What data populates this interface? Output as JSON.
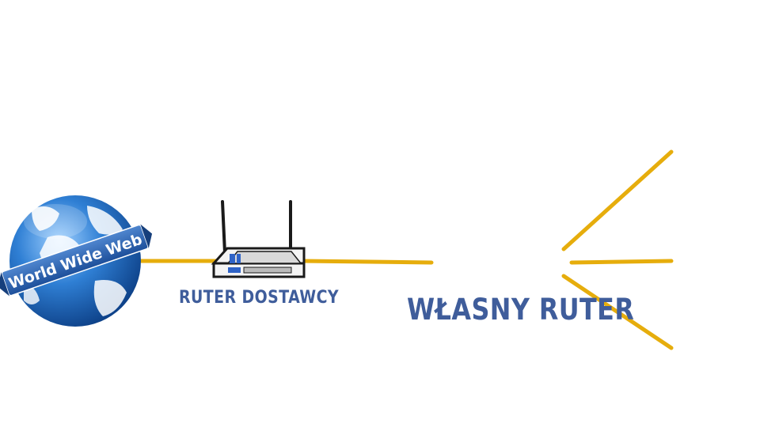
{
  "globe": {
    "label": "World Wide Web"
  },
  "isp_router": {
    "label": "RUTER DOSTAWCY"
  },
  "own_router": {
    "label": "WŁASNY RUTER"
  },
  "colors": {
    "cable": "#e6ad0c",
    "wifi": "#f7871f",
    "label_text": "#3f5d9b",
    "globe_blue": "#1f5fb0",
    "router_body": "#f2f2f2",
    "router_stripe": "#c0282d"
  },
  "icons": {
    "globe": "globe-icon",
    "isp_router": "router-icon",
    "own_router": "wifi-router-icon",
    "wifi_signal": "wifi-signal-icon",
    "cloud": "cloud-icon",
    "smartphone": "smartphone-icon",
    "laptop": "laptop-icon",
    "tv": "tv-icon",
    "desktop": "desktop-pc-icon"
  }
}
